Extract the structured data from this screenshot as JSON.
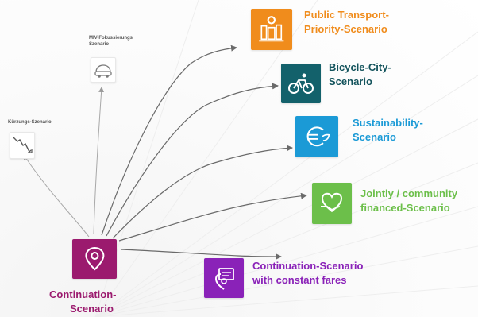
{
  "colors": {
    "continuation": "#9b1a6e",
    "public_transport": "#f08c1c",
    "bicycle_city": "#13616b",
    "sustainability": "#1b9ad6",
    "jointly_financed": "#6cbf4a",
    "constant_fares": "#8a22b8",
    "arrow": "#6a6a6a",
    "small_text": "#555555"
  },
  "origin": {
    "label_line1": "Continuation-",
    "label_line2": "Scenario",
    "icon": "location-pin-icon"
  },
  "scenarios": [
    {
      "label_line1": "Public Transport-",
      "label_line2": "Priority-Scenario",
      "icon": "transit-city-icon"
    },
    {
      "label_line1": "Bicycle-City-",
      "label_line2": "Scenario",
      "icon": "bicycle-icon"
    },
    {
      "label_line1": "Sustainability-",
      "label_line2": "Scenario",
      "icon": "euro-leaf-icon"
    },
    {
      "label_line1": "Jointly / community",
      "label_line2": "financed-Scenario",
      "icon": "heart-hand-icon"
    },
    {
      "label_line1": "Continuation-Scenario",
      "label_line2": "with constant fares",
      "icon": "fare-ticket-icon"
    }
  ],
  "minor_scenarios": [
    {
      "label_line1": "MIV-Fokussierungs",
      "label_line2": "Szenario",
      "icon": "car-icon"
    },
    {
      "label_line1": "Kürzungs-Szenario",
      "label_line2": "",
      "icon": "declining-chart-icon"
    }
  ]
}
